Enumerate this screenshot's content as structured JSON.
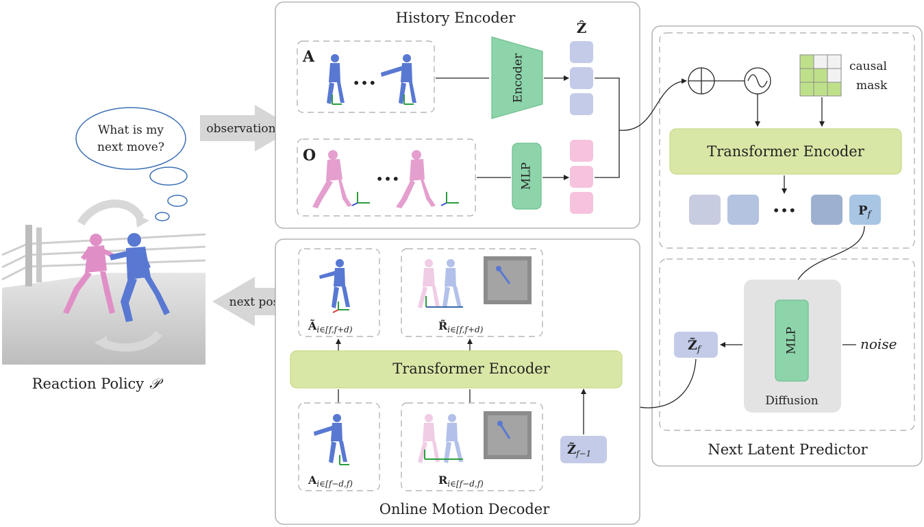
{
  "history_encoder": {
    "title": "History Encoder",
    "label_a": "A",
    "label_o": "O",
    "encoder_label": "Encoder",
    "mlp_label": "MLP",
    "z_hat": "Ẑ",
    "ellipsis": "•••"
  },
  "observation_arrow": {
    "label": "observation"
  },
  "next_pose_arrow": {
    "label": "next pose"
  },
  "thought_bubble": {
    "line1": "What is my",
    "line2": "next move?"
  },
  "reaction_policy": {
    "caption": "Reaction Policy",
    "symbol": "𝒫"
  },
  "next_latent_predictor": {
    "title": "Next Latent Predictor",
    "causal_label1": "causal",
    "causal_label2": "mask",
    "transformer_label": "Transformer Encoder",
    "p_label": "P",
    "p_sub": "f",
    "diffusion_label": "Diffusion",
    "mlp_label": "MLP",
    "noise_label": "noise",
    "z_tilde_f": "Z̃",
    "z_tilde_f_sub": "f",
    "ellipsis": "•••"
  },
  "online_motion_decoder": {
    "title": "Online Motion Decoder",
    "transformer_label": "Transformer Encoder",
    "a_future": "Ã",
    "a_future_sub": "i∈[f,f+d)",
    "r_future": "R̃",
    "r_future_sub": "i∈[f,f+d)",
    "a_past": "A",
    "a_past_sub": "i∈[f−d,f)",
    "r_past": "R",
    "r_past_sub": "i∈[f−d,f)",
    "z_prev": "Z̃",
    "z_prev_sub": "f−1"
  },
  "colors": {
    "encoder_green": "#8ed4ab",
    "mlp_green": "#8ed4ab",
    "transformer_green": "#d9e7a6",
    "token_blue": "#c3cbe8",
    "token_pink": "#f6c2dd",
    "figure_blue": "#5878d2",
    "figure_pink": "#e08fc6",
    "arrow_gray": "#d6d6d6"
  }
}
